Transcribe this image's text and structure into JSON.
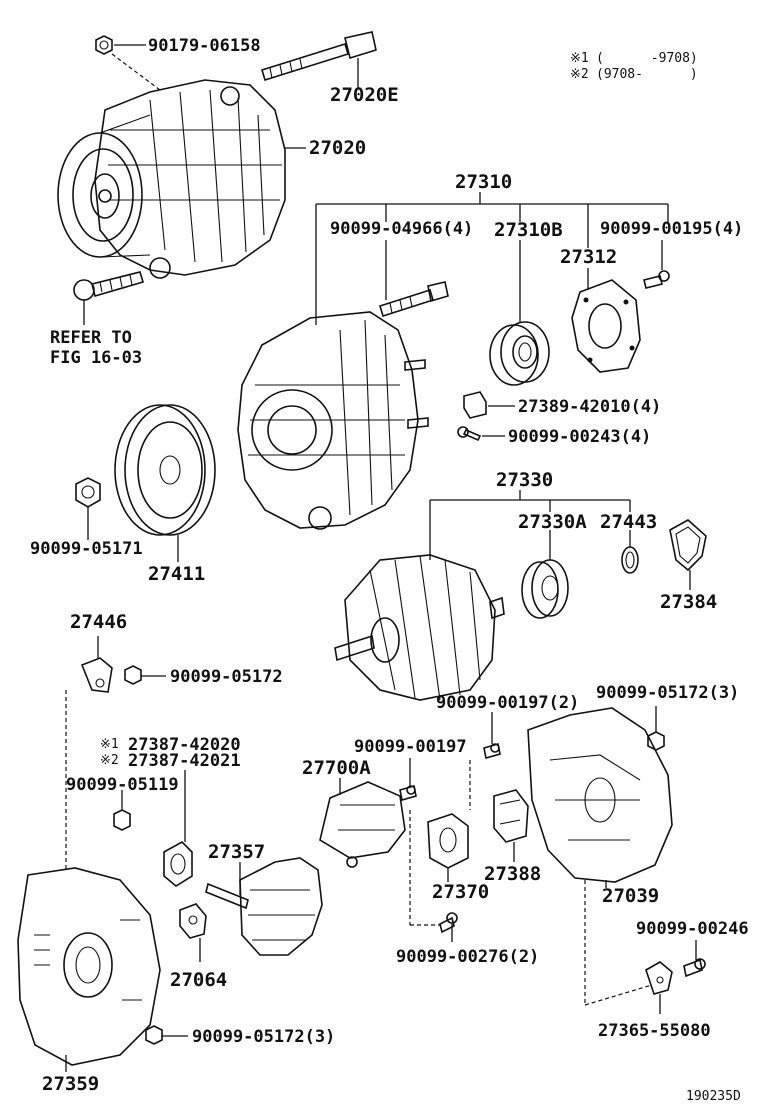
{
  "diagram": {
    "labels": {
      "p_90179_06158": "90179-06158",
      "p_27020E": "27020E",
      "p_27020": "27020",
      "p_27310": "27310",
      "p_90099_04966": "90099-04966(4)",
      "p_27310B": "27310B",
      "p_90099_00195": "90099-00195(4)",
      "p_27312": "27312",
      "refer_to": "REFER TO",
      "fig_16_03": "FIG 16-03",
      "p_27389_42010": "27389-42010(4)",
      "p_90099_00243": "90099-00243(4)",
      "p_27330": "27330",
      "p_27330A": "27330A",
      "p_27443": "27443",
      "p_90099_05171": "90099-05171",
      "p_27411": "27411",
      "p_27384": "27384",
      "p_27446": "27446",
      "p_90099_05172_a": "90099-05172",
      "p_90099_00197_2": "90099-00197(2)",
      "p_90099_05172_3_a": "90099-05172(3)",
      "p_27387_42020": "27387-42020",
      "p_27387_42021": "27387-42021",
      "p_90099_00197": "90099-00197",
      "p_27700A": "27700A",
      "p_90099_05119": "90099-05119",
      "p_27357": "27357",
      "p_27370": "27370",
      "p_27388": "27388",
      "p_27039": "27039",
      "p_27064": "27064",
      "p_90099_00246": "90099-00246",
      "p_90099_00276": "90099-00276(2)",
      "p_27365_55080": "27365-55080",
      "p_90099_05172_3_b": "90099-05172(3)",
      "p_27359": "27359",
      "note1_mark": "※1",
      "note1_range": "(      -9708)",
      "note2_mark": "※2",
      "note2_range": "(9708-      )",
      "mark1": "※1",
      "mark2": "※2",
      "figure_id": "190235D"
    }
  }
}
